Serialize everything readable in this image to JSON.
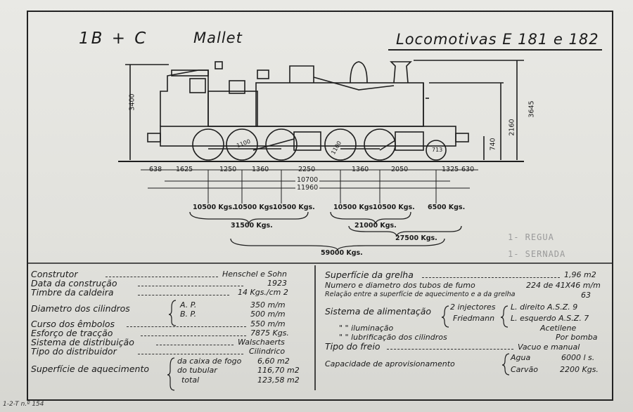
{
  "header": {
    "wheel_arrangement": "1B + C",
    "type": "Mallet",
    "title": "Locomotivas  E 181 e 182"
  },
  "dimensions": {
    "spacings": [
      "638",
      "1625",
      "1250",
      "1360",
      "2250",
      "1360",
      "2050",
      "1325",
      "630"
    ],
    "overall_wheelbase": "10700",
    "overall_length": "11960",
    "chimney_height": "3645",
    "dome_height": "3400",
    "boiler_axis": "2160",
    "buffer_height": "740",
    "wheel_diam_big": "1100",
    "wheel_diam_small": "1100",
    "wheel_diam_pony": "713"
  },
  "weights": {
    "axles": [
      "10500 Kgs.",
      "10500 Kgs.",
      "10500 Kgs.",
      "10500 Kgs.",
      "10500 Kgs.",
      "6500 Kgs."
    ],
    "group_rear": "31500 Kgs.",
    "group_front": "21000 Kgs.",
    "group_front_pony": "27500 Kgs.",
    "total": "59000 Kgs."
  },
  "notes": {
    "regua": "1- REGUA",
    "sernada": "1- SERNADA"
  },
  "specs_left": [
    {
      "label": "Construtor",
      "value": "Henschel e Sohn"
    },
    {
      "label": "Data da construção",
      "value": "1923"
    },
    {
      "label": "Timbre da caldeira",
      "value": "14 Kgs./cm 2"
    },
    {
      "label": "Diametro dos cilindros",
      "sub": [
        {
          "k": "A. P.",
          "v": "350 m/m"
        },
        {
          "k": "B. P.",
          "v": "500 m/m"
        }
      ]
    },
    {
      "label": "Curso dos êmbolos",
      "value": "550 m/m"
    },
    {
      "label": "Esforço de tracção",
      "value": "7875 Kgs."
    },
    {
      "label": "Sistema de distribuição",
      "value": "Walschaerts"
    },
    {
      "label": "Tipo do distribuidor",
      "value": "Cilindrico"
    },
    {
      "label": "Superfície de aquecimento",
      "sub": [
        {
          "k": "da caixa de fogo",
          "v": "6,60 m2"
        },
        {
          "k": "do tubular",
          "v": "116,70 m2"
        },
        {
          "k": "total",
          "v": "123,58 m2"
        }
      ]
    }
  ],
  "specs_right": [
    {
      "label": "Superfície da grelha",
      "value": "1,96 m2"
    },
    {
      "label": "Numero e diametro dos tubos de fumo",
      "value": "224 de 41X46 m/m"
    },
    {
      "label": "Relação entre a superfície de aquecimento e a da grelha",
      "value": "63"
    },
    {
      "label": "Sistema de alimentação",
      "sub": [
        {
          "k": "2 injectores",
          "v": "L. direito A.S.Z. 9"
        },
        {
          "k": "Friedmann",
          "v": "L. esquerdo A.S.Z. 7"
        }
      ]
    },
    {
      "label": "\"   \" iluminação",
      "value": "Acetilene"
    },
    {
      "label": "\"   \" lubrificação dos cilindros",
      "value": "Por bomba"
    },
    {
      "label": "Tipo do freio",
      "value": "Vacuo e manual"
    },
    {
      "label": "Capacidade de aprovisionamento",
      "sub": [
        {
          "k": "Agua",
          "v": "6000 l s."
        },
        {
          "k": "Carvão",
          "v": "2200 Kgs."
        }
      ]
    }
  ],
  "footer_mark": "1-2-T n.º 154"
}
